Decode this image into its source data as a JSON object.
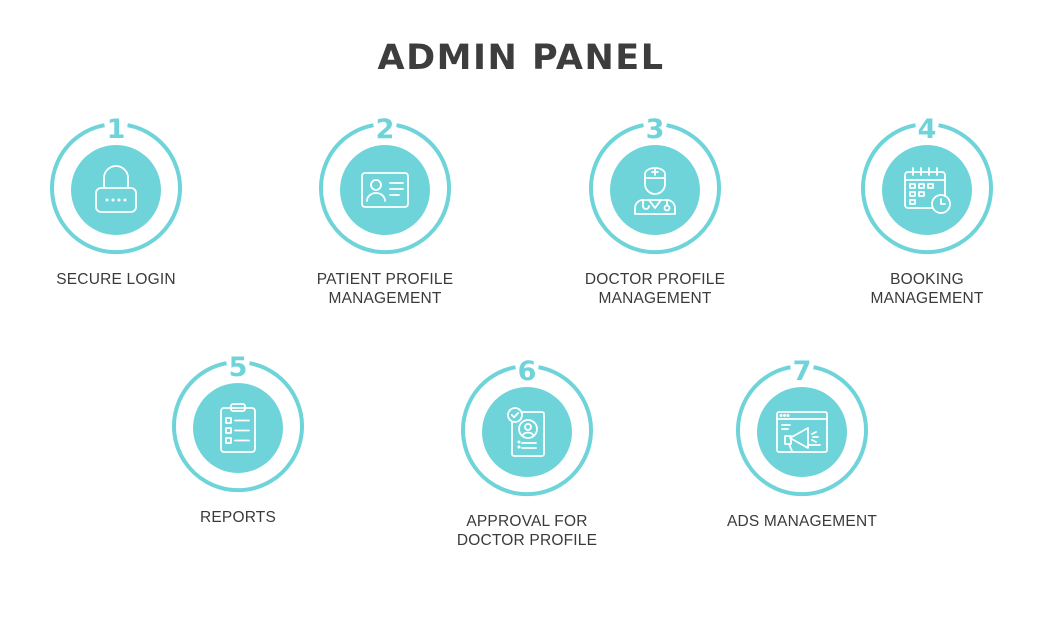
{
  "title": "ADMIN PANEL",
  "accent_color": "#6fd4d9",
  "features": [
    {
      "number": "1",
      "icon": "lock-icon",
      "lines": [
        "SECURE LOGIN"
      ]
    },
    {
      "number": "2",
      "icon": "id-card-icon",
      "lines": [
        "PATIENT PROFILE",
        "MANAGEMENT"
      ]
    },
    {
      "number": "3",
      "icon": "doctor-icon",
      "lines": [
        "DOCTOR PROFILE",
        "MANAGEMENT"
      ]
    },
    {
      "number": "4",
      "icon": "calendar-clock-icon",
      "lines": [
        "BOOKING",
        "MANAGEMENT"
      ]
    },
    {
      "number": "5",
      "icon": "clipboard-checklist-icon",
      "lines": [
        "REPORTS"
      ]
    },
    {
      "number": "6",
      "icon": "approved-profile-document-icon",
      "lines": [
        "APPROVAL FOR",
        "DOCTOR PROFILE"
      ]
    },
    {
      "number": "7",
      "icon": "megaphone-browser-icon",
      "lines": [
        "ADS MANAGEMENT"
      ]
    }
  ]
}
